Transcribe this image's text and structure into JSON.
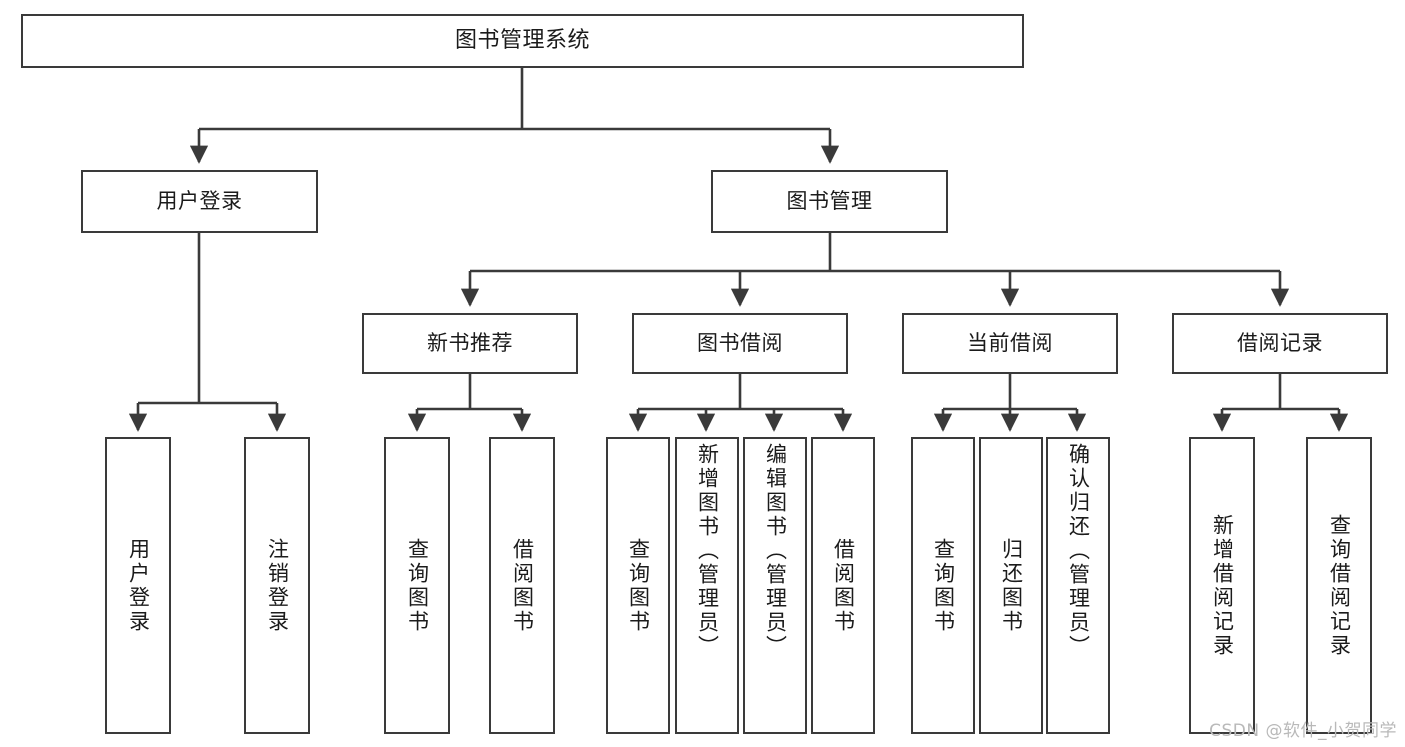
{
  "diagram": {
    "title": "图书管理系统",
    "type": "tree",
    "stroke_color": "#3a3a3a",
    "fill_color": "#ffffff",
    "text_color": "#1b1b1b",
    "nodes": {
      "root": {
        "label": "图书管理系统",
        "level": 1
      },
      "login": {
        "label": "用户登录",
        "level": 2
      },
      "book_mgmt": {
        "label": "图书管理",
        "level": 2
      },
      "new_book_rec": {
        "label": "新书推荐",
        "level": 3
      },
      "book_borrow": {
        "label": "图书借阅",
        "level": 3
      },
      "current_borrow": {
        "label": "当前借阅",
        "level": 3
      },
      "borrow_record": {
        "label": "借阅记录",
        "level": 3
      },
      "leaf_user_login": {
        "label": "用户登录",
        "level": 4
      },
      "leaf_logout": {
        "label": "注销登录",
        "level": 4
      },
      "leaf_query_book_1": {
        "label": "查询图书",
        "level": 4
      },
      "leaf_borrow_book_1": {
        "label": "借阅图书",
        "level": 4
      },
      "leaf_query_book_2": {
        "label": "查询图书",
        "level": 4
      },
      "leaf_add_book": {
        "label": "新增图书（管理员）",
        "level": 4
      },
      "leaf_edit_book": {
        "label": "编辑图书（管理员）",
        "level": 4
      },
      "leaf_borrow_book_2": {
        "label": "借阅图书",
        "level": 4
      },
      "leaf_query_book_3": {
        "label": "查询图书",
        "level": 4
      },
      "leaf_return_book": {
        "label": "归还图书",
        "level": 4
      },
      "leaf_confirm_return": {
        "label": "确认归还（管理员）",
        "level": 4
      },
      "leaf_add_record": {
        "label": "新增借阅记录",
        "level": 4
      },
      "leaf_query_record": {
        "label": "查询借阅记录",
        "level": 4
      }
    },
    "edges": [
      {
        "from": "root",
        "to": "login"
      },
      {
        "from": "root",
        "to": "book_mgmt"
      },
      {
        "from": "login",
        "to": "leaf_user_login"
      },
      {
        "from": "login",
        "to": "leaf_logout"
      },
      {
        "from": "book_mgmt",
        "to": "new_book_rec"
      },
      {
        "from": "book_mgmt",
        "to": "book_borrow"
      },
      {
        "from": "book_mgmt",
        "to": "current_borrow"
      },
      {
        "from": "book_mgmt",
        "to": "borrow_record"
      },
      {
        "from": "new_book_rec",
        "to": "leaf_query_book_1"
      },
      {
        "from": "new_book_rec",
        "to": "leaf_borrow_book_1"
      },
      {
        "from": "book_borrow",
        "to": "leaf_query_book_2"
      },
      {
        "from": "book_borrow",
        "to": "leaf_add_book"
      },
      {
        "from": "book_borrow",
        "to": "leaf_edit_book"
      },
      {
        "from": "book_borrow",
        "to": "leaf_borrow_book_2"
      },
      {
        "from": "current_borrow",
        "to": "leaf_query_book_3"
      },
      {
        "from": "current_borrow",
        "to": "leaf_return_book"
      },
      {
        "from": "current_borrow",
        "to": "leaf_confirm_return"
      },
      {
        "from": "borrow_record",
        "to": "leaf_add_record"
      },
      {
        "from": "borrow_record",
        "to": "leaf_query_record"
      }
    ]
  },
  "watermark": {
    "text": "CSDN @软件_小贺同学"
  }
}
